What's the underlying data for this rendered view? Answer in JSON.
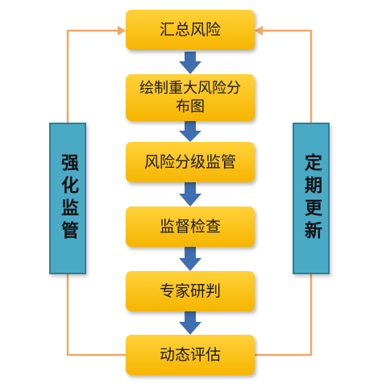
{
  "steps": [
    {
      "label": "汇总风险"
    },
    {
      "label": "绘制重大风险分布图"
    },
    {
      "label": "风险分级监管"
    },
    {
      "label": "监督检查"
    },
    {
      "label": "专家研判"
    },
    {
      "label": "动态评估"
    }
  ],
  "side_left": {
    "label": "强化监管"
  },
  "side_right": {
    "label": "定期更新"
  },
  "colors": {
    "step_fill": "#f6b400",
    "side_fill": "#4aaac6",
    "down_arrow": "#3f6fb0",
    "loop_line": "#f2a766"
  }
}
